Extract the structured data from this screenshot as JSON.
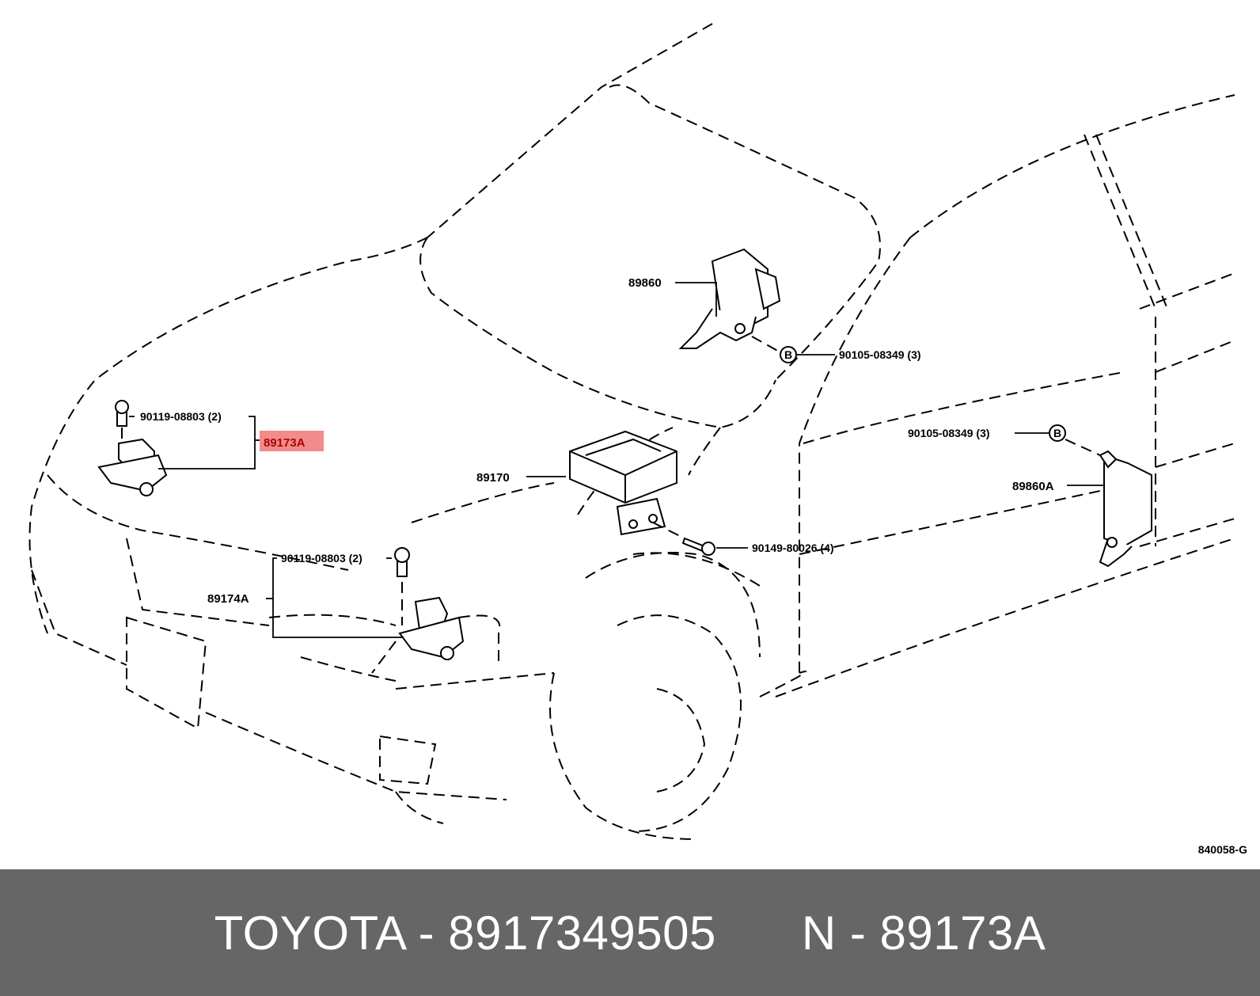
{
  "diagram": {
    "callouts": [
      {
        "id": "89860",
        "label": "89860"
      },
      {
        "id": "90105-top",
        "label": "90105-08349 (3)"
      },
      {
        "id": "90119-left",
        "label": "90119-08803 (2)"
      },
      {
        "id": "89173A",
        "label": "89173A",
        "highlighted": true
      },
      {
        "id": "89170",
        "label": "89170"
      },
      {
        "id": "90105-right",
        "label": "90105-08349 (3)"
      },
      {
        "id": "89860A",
        "label": "89860A"
      },
      {
        "id": "90149",
        "label": "90149-80026 (4)"
      },
      {
        "id": "90119-center",
        "label": "90119-08803 (2)"
      },
      {
        "id": "89174A",
        "label": "89174A"
      }
    ],
    "ref_markers": [
      "B",
      "B"
    ],
    "figure_code": "840058-G",
    "highlight_color": "#f28b8b"
  },
  "footer": {
    "brand": "TOYOTA - 8917349505",
    "part_ref": "N - 89173A",
    "background": "#666666"
  }
}
